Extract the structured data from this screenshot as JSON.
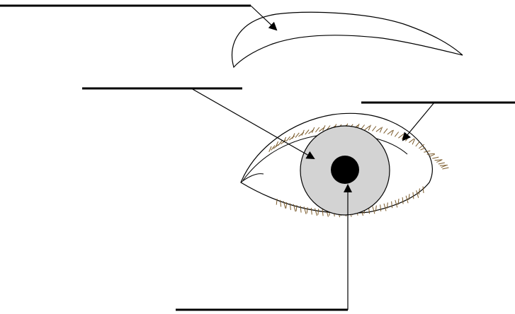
{
  "diagram": {
    "type": "eye-labeling-worksheet",
    "blanks": [
      {
        "id": "eyebrow",
        "text": ""
      },
      {
        "id": "iris",
        "text": ""
      },
      {
        "id": "eyelashes",
        "text": ""
      },
      {
        "id": "pupil",
        "text": ""
      }
    ],
    "colors": {
      "line": "#000000",
      "iris": "#d3d3d3",
      "pupil": "#000000",
      "lashes": "#7a5a2a"
    }
  }
}
